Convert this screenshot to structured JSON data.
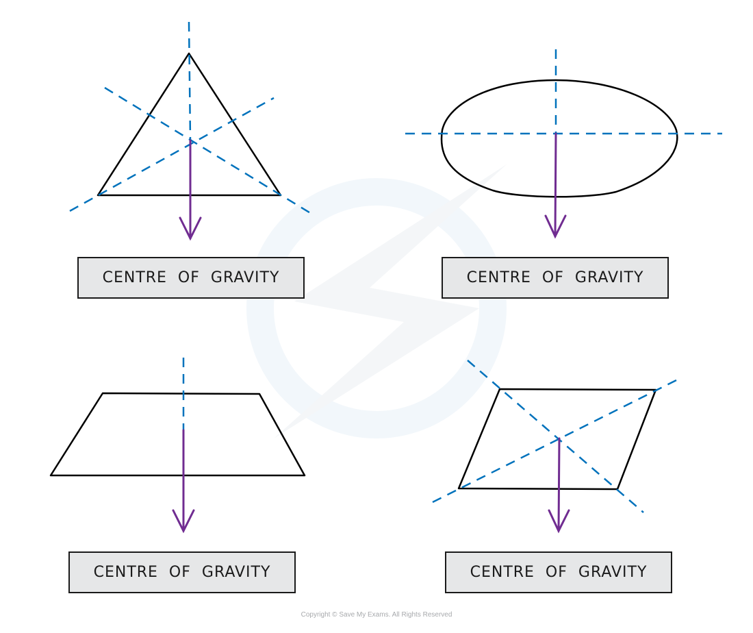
{
  "diagram": {
    "title": "Centre of gravity of regular shapes",
    "colors": {
      "outline": "#000000",
      "symmetry_line": "#0072bc",
      "weight_arrow": "#702c91",
      "label_fill": "#e6e7e8",
      "watermark": "#f2f7fb",
      "copyright_text": "#a7a9ac"
    },
    "panels": [
      {
        "shape": "equilateral triangle",
        "guide_lines": "three dashed lines of symmetry meeting at the centre",
        "label": "CENTRE OF GRAVITY"
      },
      {
        "shape": "ellipse",
        "guide_lines": "two dashed lines of symmetry (horizontal and vertical)",
        "label": "CENTRE OF GRAVITY"
      },
      {
        "shape": "trapezium",
        "guide_lines": "one dashed vertical line of symmetry",
        "label": "CENTRE OF GRAVITY"
      },
      {
        "shape": "parallelogram",
        "guide_lines": "two dashed diagonals crossing at the centre",
        "label": "CENTRE OF GRAVITY"
      }
    ],
    "copyright": "Copyright © Save My Exams. All Rights Reserved"
  }
}
